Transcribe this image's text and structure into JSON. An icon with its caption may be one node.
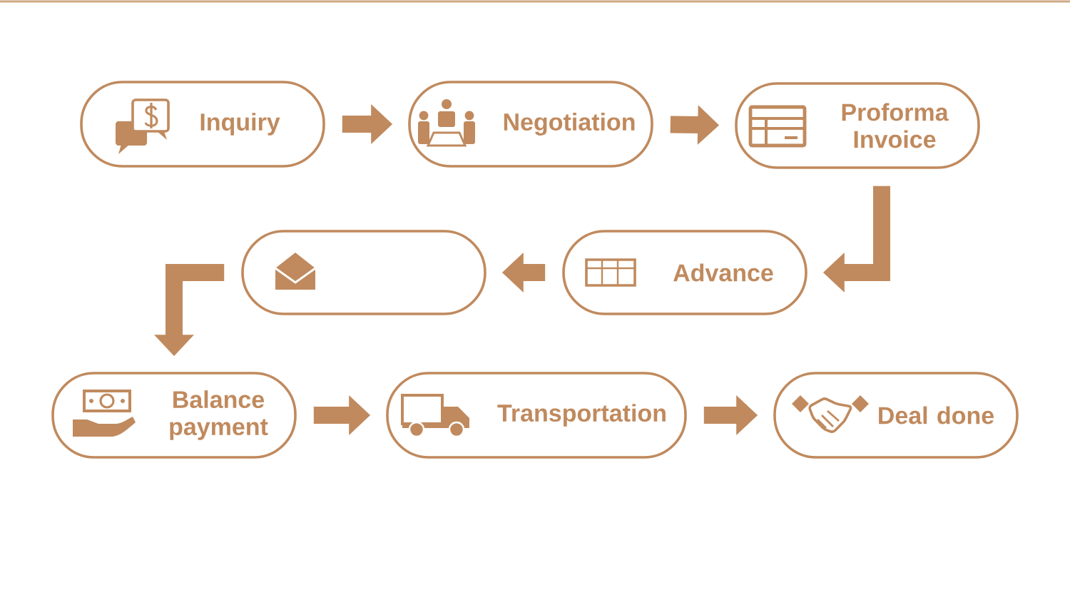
{
  "diagram": {
    "nodes": [
      {
        "text": [
          "Inquiry"
        ]
      },
      {
        "text": [
          "Negotiation"
        ]
      },
      {
        "text": [
          "Proforma Invoice"
        ]
      },
      {
        "text": [],
        "shape": "box"
      },
      {
        "text": [
          "Advance"
        ]
      },
      {
        "text": [
          "Balance payment"
        ]
      },
      {
        "text": [
          "Transportation"
        ]
      },
      {
        "text": [
          "Deal done"
        ]
      }
    ],
    "edges": [
      {
        "from": 0,
        "to": 1,
        "arrow": "to"
      },
      {
        "from": 1,
        "to": 2,
        "arrow": "to"
      },
      {
        "from": 2,
        "to": 4,
        "arrow": "to"
      },
      {
        "from": 4,
        "to": 3,
        "arrow": "to"
      },
      {
        "from": 3,
        "to": 5,
        "arrow": "to"
      },
      {
        "from": 5,
        "to": 6,
        "arrow": "to"
      },
      {
        "from": 6,
        "to": 7,
        "arrow": "to"
      }
    ]
  }
}
